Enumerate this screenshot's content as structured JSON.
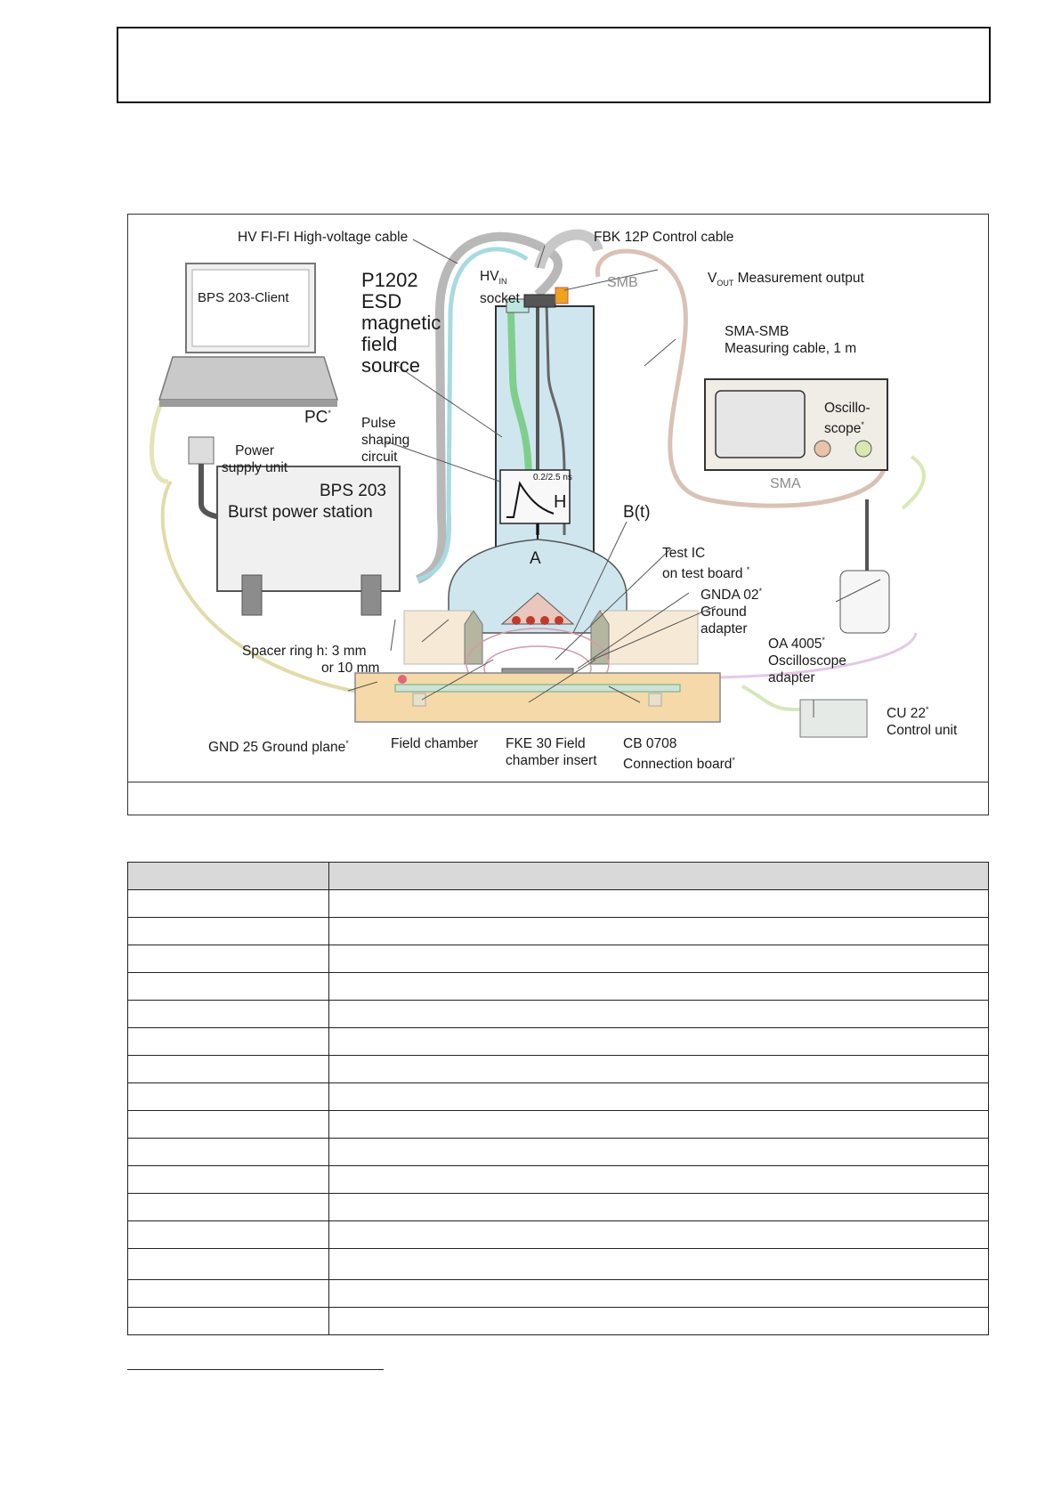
{
  "figure": {
    "labels": {
      "hv_cable": "HV FI-FI High-voltage cable",
      "fbk_cable": "FBK 12P Control cable",
      "vout_main": "V",
      "vout_sub": "OUT",
      "vout_rest": " Measurement output",
      "smb": "SMB",
      "sma_smb_line1": "SMA-SMB",
      "sma_smb_line2": "Measuring cable, 1 m",
      "hvin_main": "HV",
      "hvin_sub": "IN",
      "hvin_line2": "socket",
      "p1202_line1": "P1202",
      "p1202_line2": "ESD",
      "p1202_line3": "magnetic",
      "p1202_line4": "field",
      "p1202_line5": "source",
      "bps_client": "BPS 203-Client",
      "pc": "PC",
      "star": "*",
      "power_line1": "Power",
      "power_line2": "supply unit",
      "pulse_line1": "Pulse",
      "pulse_line2": "shaping",
      "pulse_line3": "circuit",
      "pulse_value": "0.2/2.5 ns",
      "pulse_h": "H",
      "ammeter": "A",
      "bt": "B(t)",
      "bps_line1": "BPS 203",
      "bps_line2": "Burst power station",
      "oscilloscope_line1": "Oscillo-",
      "oscilloscope_line2": "scope",
      "sma": "SMA",
      "testic_line1": "Test IC",
      "testic_line2": "on test board",
      "gnda_line1": "GNDA 02",
      "gnda_line2": "Ground",
      "gnda_line3": "adapter",
      "oa_line1": "OA 4005",
      "oa_line2": "Oscilloscope",
      "oa_line3": "adapter",
      "spacer_line1": "Spacer ring h:  3 mm",
      "spacer_line2": "or 10 mm",
      "gnd25": "GND 25 Ground plane",
      "field_chamber": "Field chamber",
      "fke_line1": "FKE 30 Field",
      "fke_line2": "chamber insert",
      "cb_line1": "CB 0708",
      "cb_line2": "Connection board",
      "cu_line1": "CU 22",
      "cu_line2": "Control unit"
    }
  },
  "table": {
    "rows": 16
  }
}
